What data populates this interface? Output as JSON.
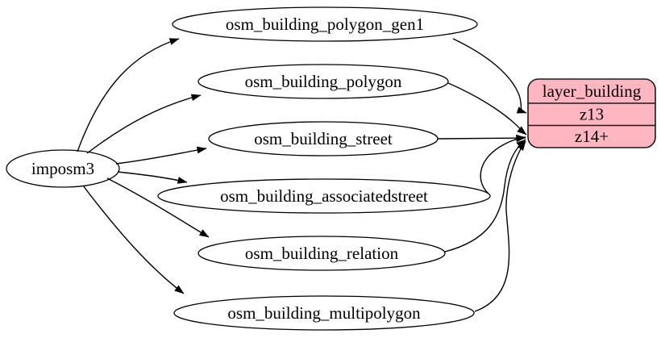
{
  "diagram": {
    "background": "#ffffff",
    "edge_color": "#000000",
    "source": {
      "label": "imposm3"
    },
    "tables": [
      {
        "label": "osm_building_polygon_gen1"
      },
      {
        "label": "osm_building_polygon"
      },
      {
        "label": "osm_building_street"
      },
      {
        "label": "osm_building_associatedstreet"
      },
      {
        "label": "osm_building_relation"
      },
      {
        "label": "osm_building_multipolygon"
      }
    ],
    "layer": {
      "title": "layer_building",
      "rows": [
        {
          "label": "z13"
        },
        {
          "label": "z14+"
        }
      ],
      "fill": "#ffb6c1",
      "stroke": "#1a1a1a"
    },
    "edges": [
      {
        "from": "imposm3",
        "to": "osm_building_polygon_gen1"
      },
      {
        "from": "imposm3",
        "to": "osm_building_polygon"
      },
      {
        "from": "imposm3",
        "to": "osm_building_street"
      },
      {
        "from": "imposm3",
        "to": "osm_building_associatedstreet"
      },
      {
        "from": "imposm3",
        "to": "osm_building_relation"
      },
      {
        "from": "imposm3",
        "to": "osm_building_multipolygon"
      },
      {
        "from": "osm_building_polygon_gen1",
        "to": "z13"
      },
      {
        "from": "osm_building_polygon",
        "to": "z14+"
      },
      {
        "from": "osm_building_street",
        "to": "z14+"
      },
      {
        "from": "osm_building_associatedstreet",
        "to": "z14+"
      },
      {
        "from": "osm_building_relation",
        "to": "z14+"
      },
      {
        "from": "osm_building_multipolygon",
        "to": "z14+"
      }
    ]
  }
}
